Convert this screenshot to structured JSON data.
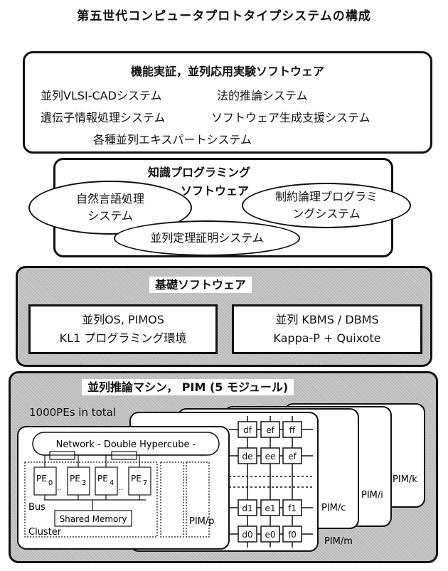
{
  "title": "第五世代コンピュータプロトタイプシステムの構成",
  "application_layer": {
    "heading": "機能実証，並列応用実験ソフトウェア",
    "items": [
      "並列VLSI-CADシステム",
      "法的推論システム",
      "遺伝子情報処理システム",
      "ソフトウェア生成支援システム",
      "各種並列エキスパートシステム"
    ]
  },
  "knowledge_layer": {
    "heading_line1": "知識プログラミング",
    "heading_line2": "ソフトウェア",
    "ellipses": [
      {
        "line1": "自然言語処理",
        "line2": "システム"
      },
      {
        "line1": "制約論理プログラミ",
        "line2": "ングシステム"
      },
      {
        "line1": "並列定理証明システム"
      }
    ]
  },
  "base_layer": {
    "heading": "基礎ソフトウェア",
    "left": {
      "line1": "並列OS, PIMOS",
      "line2": "KL1 プログラミング環境"
    },
    "right": {
      "line1": "並列 KBMS / DBMS",
      "line2": "Kappa-P + Quixote"
    }
  },
  "machine_layer": {
    "heading": "並列推論マシン， PIM (5 モジュール)",
    "total": "1000PEs in total",
    "network": "Network - Double Hypercube -",
    "pes": [
      "PE",
      "PE",
      "PE",
      "PE"
    ],
    "pe_subs": [
      "0",
      "3",
      "4",
      "7"
    ],
    "ellipsis": "..",
    "bus": "Bus",
    "shared_memory": "Shared Memory",
    "cluster": "Cluster",
    "modules": [
      "PIM/p",
      "PIM/m",
      "PIM/c",
      "PIM/i",
      "PIM/k"
    ],
    "grid_nodes": [
      [
        "df",
        "ef",
        "ff"
      ],
      [
        "de",
        "ee",
        "ef"
      ],
      [
        "d1",
        "e1",
        "f1"
      ],
      [
        "d0",
        "e0",
        "f0"
      ]
    ]
  }
}
